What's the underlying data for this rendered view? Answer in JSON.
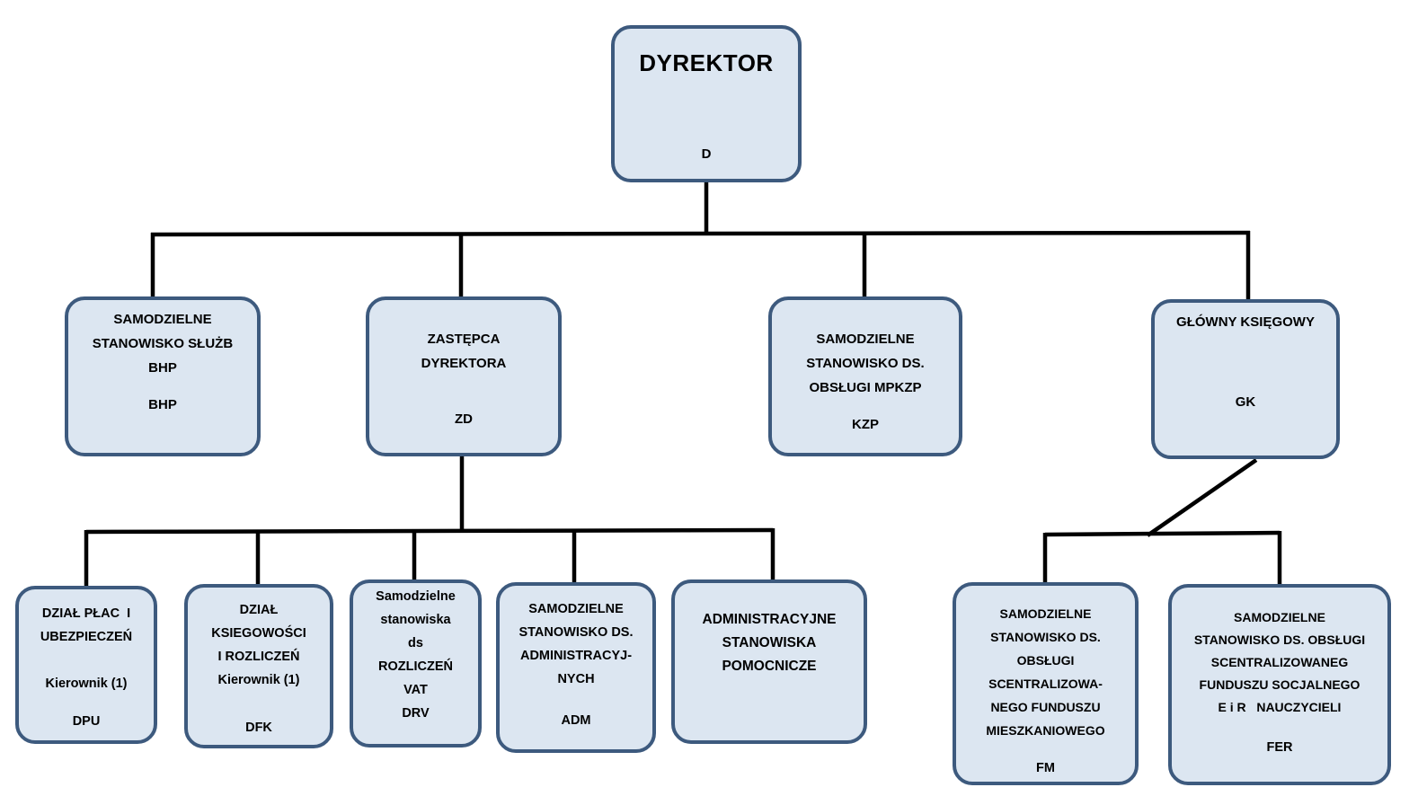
{
  "diagram": {
    "type": "org_chart",
    "language": "pl",
    "colors": {
      "background": "#ffffff",
      "node_fill": "#dce6f1",
      "node_border": "#3d5a7e",
      "connector": "#000000",
      "text": "#000000"
    },
    "nodes": {
      "director": {
        "lines": [
          "DYREKTOR"
        ],
        "code": "D"
      },
      "bhp": {
        "lines": [
          "SAMODZIELNE",
          "STANOWISKO SŁUŻB",
          "BHP"
        ],
        "code": "BHP"
      },
      "deputy": {
        "lines": [
          "ZASTĘPCA",
          "DYREKTORA"
        ],
        "code": "ZD"
      },
      "mpkzp": {
        "lines": [
          "SAMODZIELNE",
          "STANOWISKO DS.",
          "OBSŁUGI MPKZP"
        ],
        "code": "KZP"
      },
      "chief_accountant": {
        "lines": [
          "GŁÓWNY KSIĘGOWY"
        ],
        "code": "GK"
      },
      "dpu": {
        "lines": [
          "DZIAŁ PŁAC  I",
          "UBEZPIECZEŃ",
          "",
          "Kierownik (1)"
        ],
        "code": "DPU"
      },
      "dfk": {
        "lines": [
          "DZIAŁ",
          "KSIEGOWOŚCI",
          "I ROZLICZEŃ",
          "Kierownik (1)"
        ],
        "code": "DFK"
      },
      "drv": {
        "lines": [
          "Samodzielne",
          "stanowiska",
          "ds",
          "ROZLICZEŃ",
          "VAT"
        ],
        "code": "DRV"
      },
      "adm": {
        "lines": [
          "SAMODZIELNE",
          "STANOWISKO DS.",
          "ADMINISTRACYJ-",
          "NYCH"
        ],
        "code": "ADM"
      },
      "asp": {
        "lines": [
          "ADMINISTRACYJNE",
          "STANOWISKA",
          "POMOCNICZE"
        ],
        "code": ""
      },
      "fm": {
        "lines": [
          "SAMODZIELNE",
          "STANOWISKO DS.",
          "OBSŁUGI",
          "SCENTRALIZOWA-",
          "NEGO FUNDUSZU",
          "MIESZKANIOWEGO"
        ],
        "code": "FM"
      },
      "fer": {
        "lines": [
          "SAMODZIELNE",
          "STANOWISKO DS. OBSŁUGI",
          "SCENTRALIZOWANEG",
          "FUNDUSZU SOCJALNEGO",
          "E i R   NAUCZYCIELI"
        ],
        "code": "FER"
      }
    }
  }
}
